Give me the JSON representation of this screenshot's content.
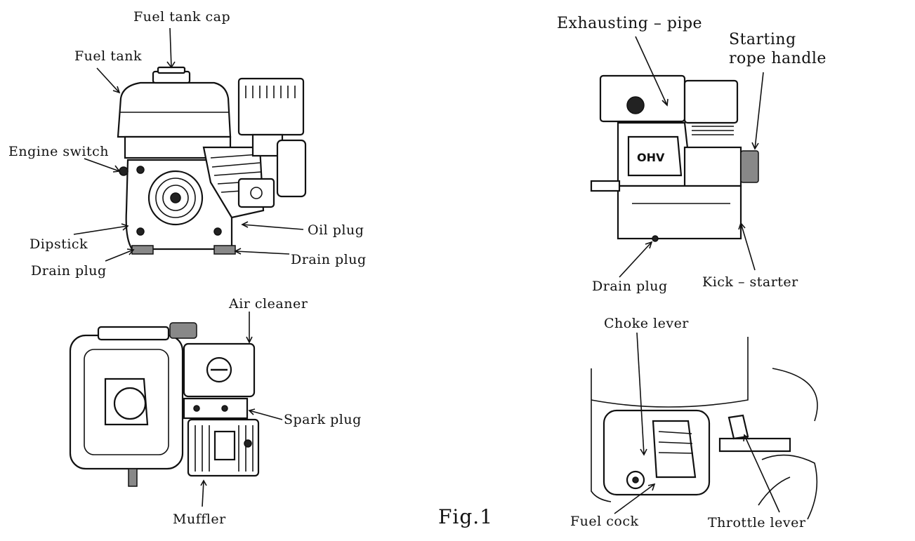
{
  "labels": {
    "fuel_tank_cap": "Fuel tank cap",
    "fuel_tank": "Fuel tank",
    "engine_switch": "Engine switch",
    "dipstick": "Dipstick",
    "drain_plug_left": "Drain plug",
    "oil_plug": "Oil plug",
    "drain_plug_right": "Drain plug",
    "exhausting_pipe": "Exhausting – pipe",
    "starting_rope_handle_1": "Starting",
    "starting_rope_handle_2": "rope handle",
    "drain_plug_side": "Drain plug",
    "kick_starter": "Kick – starter",
    "air_cleaner": "Air cleaner",
    "spark_plug": "Spark plug",
    "muffler": "Muffler",
    "choke_lever": "Choke lever",
    "fuel_cock": "Fuel cock",
    "throttle_lever": "Throttle lever",
    "figure_caption": "Fig.1",
    "ohv_mark": "OHV"
  }
}
